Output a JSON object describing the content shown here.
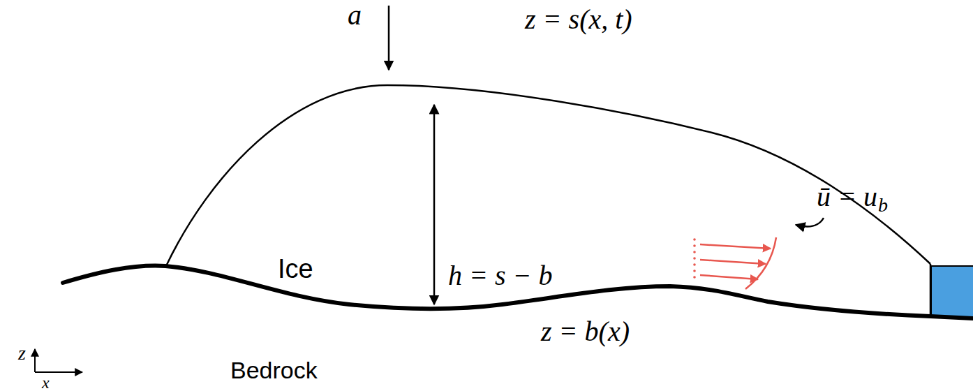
{
  "diagram": {
    "labels": [
      "a",
      "z = s(x, t)",
      "Ice",
      "h = s − b",
      "ū = u",
      "b",
      "z = b(x)",
      "Bedrock",
      "z",
      "x"
    ]
  }
}
